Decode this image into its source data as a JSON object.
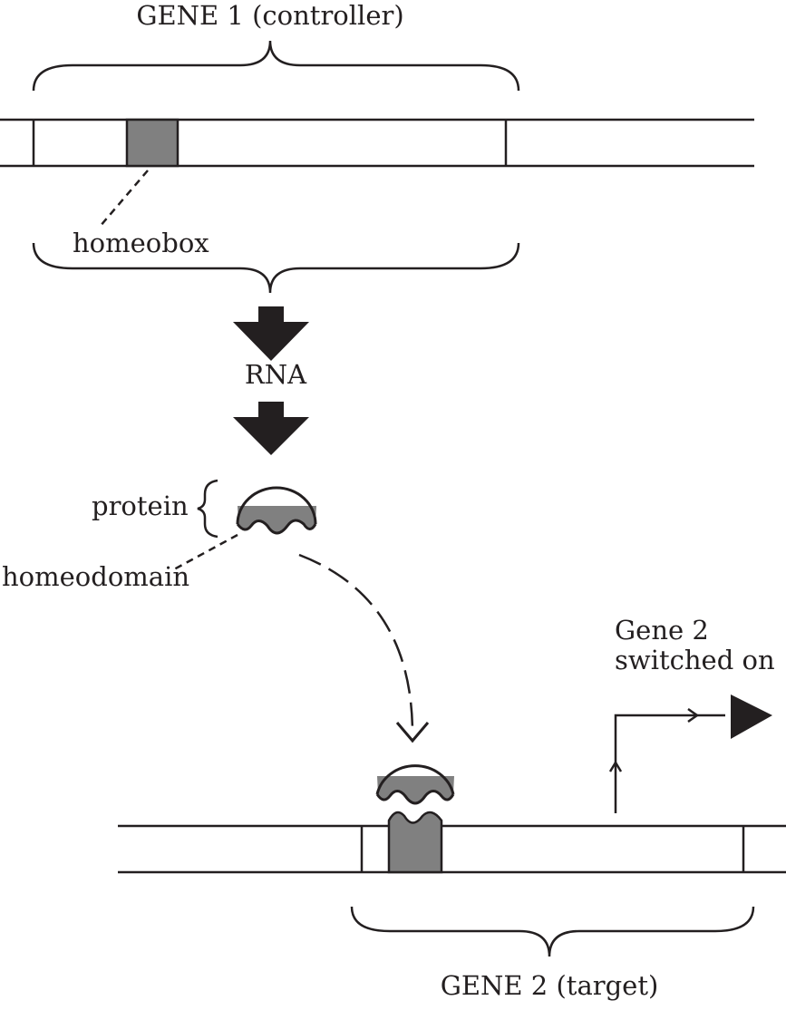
{
  "labels": {
    "gene1": "GENE 1 (controller)",
    "homeobox": "homeobox",
    "rna": "RNA",
    "protein": "protein",
    "homeodomain": "homeodomain",
    "gene2_switched_line1": "Gene 2",
    "gene2_switched_line2": "switched on",
    "gene2": "GENE 2 (target)"
  },
  "colors": {
    "ink": "#231f20",
    "domain_gray": "#808080",
    "background": "#ffffff"
  }
}
